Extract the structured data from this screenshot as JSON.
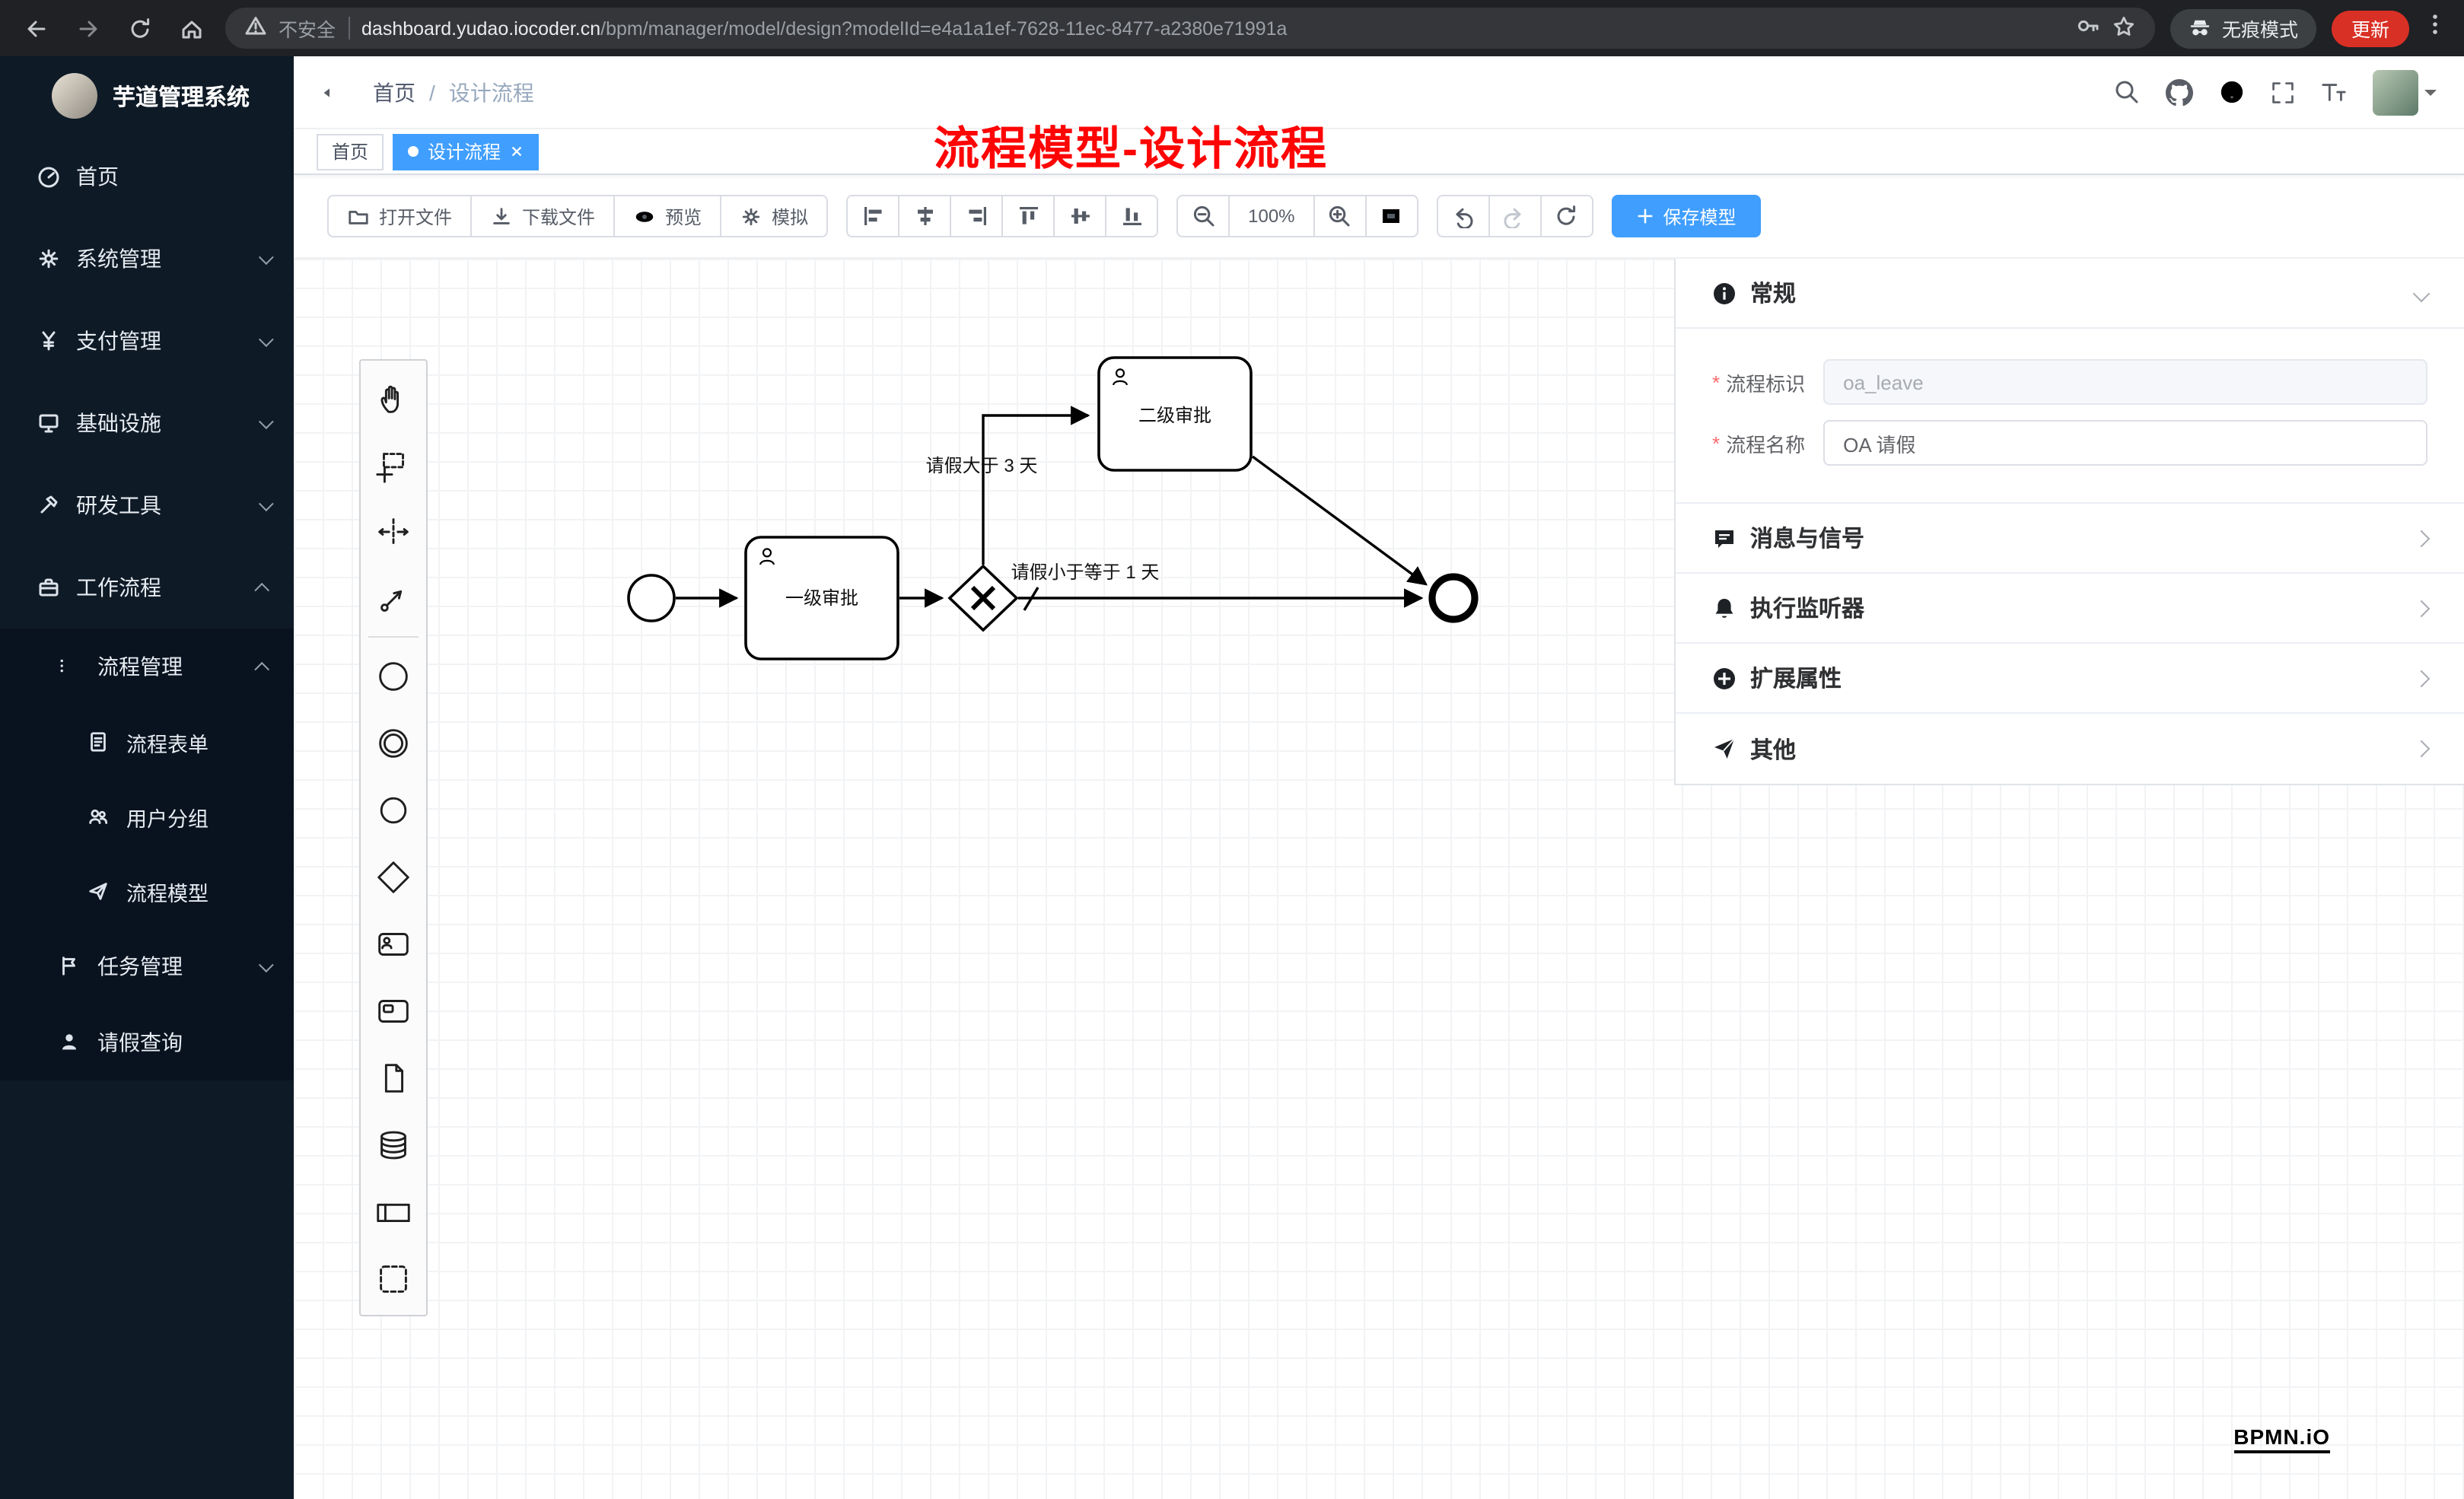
{
  "colors": {
    "accent": "#409eff",
    "annotation": "#fe0505",
    "update_badge": "#d93025"
  },
  "browser": {
    "security": "不安全",
    "url_domain": "dashboard.yudao.iocoder.cn",
    "url_path": "/bpm/manager/model/design?modelId=e4a1a1ef-7628-11ec-8477-a2380e71991a",
    "incognito": "无痕模式",
    "update": "更新"
  },
  "sidebar": {
    "title": "芋道管理系统",
    "items": [
      "首页",
      "系统管理",
      "支付管理",
      "基础设施",
      "研发工具",
      "工作流程",
      "流程管理",
      "流程表单",
      "用户分组",
      "流程模型",
      "任务管理",
      "请假查询"
    ]
  },
  "header": {
    "breadcrumb_home": "首页",
    "breadcrumb_current": "设计流程",
    "annotation": "流程模型-设计流程"
  },
  "tabs": {
    "home": "首页",
    "active": "设计流程"
  },
  "toolbar": {
    "open": "打开文件",
    "download": "下载文件",
    "preview": "预览",
    "simulate": "模拟",
    "zoom": "100%",
    "save": "保存模型"
  },
  "diagram": {
    "task1": "一级审批",
    "task2": "二级审批",
    "cond_gt": "请假大于 3 天",
    "cond_le": "请假小于等于 1 天"
  },
  "panel": {
    "general": "常规",
    "key_label": "流程标识",
    "key_value": "oa_leave",
    "name_label": "流程名称",
    "name_value": "OA 请假",
    "message": "消息与信号",
    "listener": "执行监听器",
    "ext": "扩展属性",
    "other": "其他"
  },
  "footer": {
    "bpmn": "BPMN.iO"
  }
}
